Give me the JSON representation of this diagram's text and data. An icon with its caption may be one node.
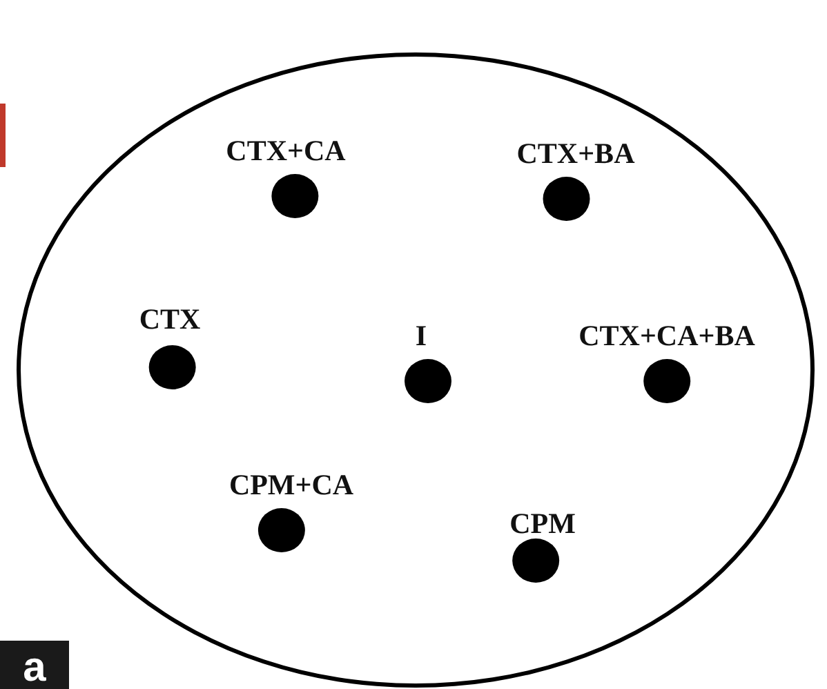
{
  "diagram": {
    "nodes": [
      {
        "text": [],
        "shape": "circle"
      },
      {
        "text": [
          "CTX+CA"
        ],
        "in": 0
      },
      {
        "text": [
          "CTX+BA"
        ],
        "in": 0
      },
      {
        "text": [
          "CTX"
        ],
        "in": 0
      },
      {
        "text": [
          "I"
        ],
        "in": 0
      },
      {
        "text": [
          "CTX+CA+BA"
        ],
        "in": 0
      },
      {
        "text": [
          "CPM+CA"
        ],
        "in": 0
      },
      {
        "text": [
          "CPM"
        ],
        "in": 0
      }
    ],
    "edges": [],
    "labels": [
      "a"
    ]
  }
}
